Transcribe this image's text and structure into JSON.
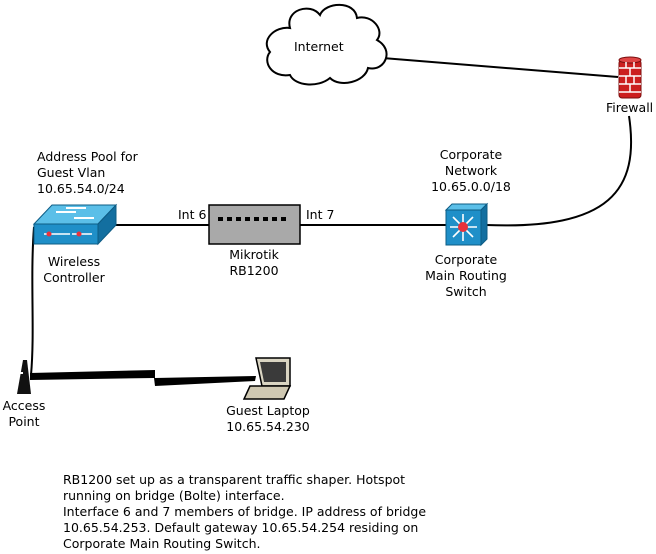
{
  "labels": {
    "internet": "Internet",
    "firewall": "Firewall",
    "address_pool": [
      "Address Pool for",
      "Guest Vlan",
      "10.65.54.0/24"
    ],
    "corporate_network": [
      "Corporate",
      "Network",
      "10.65.0.0/18"
    ],
    "int6": "Int 6",
    "int7": "Int 7",
    "mikrotik": [
      "Mikrotik",
      "RB1200"
    ],
    "wireless_controller": [
      "Wireless",
      "Controller"
    ],
    "main_switch": [
      "Corporate",
      "Main Routing",
      "Switch"
    ],
    "access_point": [
      "Access",
      "Point"
    ],
    "guest_laptop": [
      "Guest Laptop",
      "10.65.54.230"
    ]
  },
  "note": [
    "RB1200 set up as a transparent traffic shaper.  Hotspot",
    "running on bridge (Bolte)  interface.",
    "Interface 6 and 7 members of bridge.  IP address of bridge",
    "10.65.54.253.  Default gateway 10.65.54.254 residing on",
    "Corporate Main Routing Switch."
  ],
  "colors": {
    "firewall_red": "#cc1f1f",
    "device_blue": "#1f8fc8",
    "router_gray": "#a9a9a9",
    "line": "#000000"
  },
  "icons": [
    "cloud-icon",
    "firewall-icon",
    "switch-icon",
    "router-icon",
    "core-switch-icon",
    "access-point-icon",
    "laptop-icon"
  ]
}
